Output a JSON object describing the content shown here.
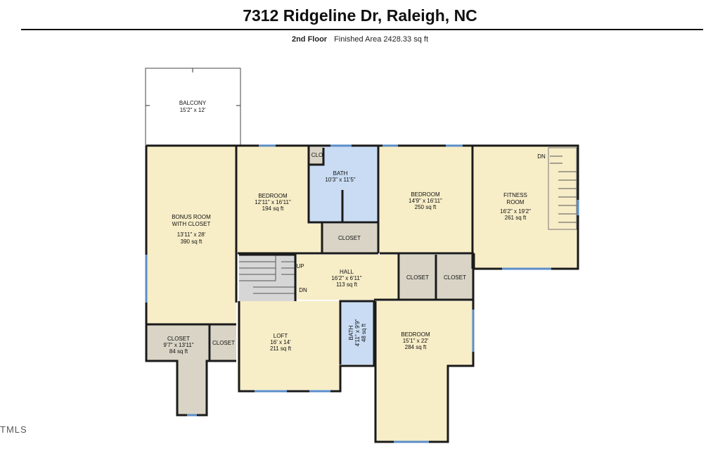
{
  "header": {
    "address": "7312 Ridgeline Dr, Raleigh, NC",
    "floor": "2nd Floor",
    "area": "Finished Area 2428.33 sq ft"
  },
  "colors": {
    "wall": "#1a1a1a",
    "room": "#f7edc7",
    "bath": "#c9dcf3",
    "closet": "#d9d4c6",
    "stairs": "#d6d6d6",
    "window": "#5b8ec9"
  },
  "rooms": {
    "balcony": {
      "name": "BALCONY",
      "dims": "15'2\" x 12'"
    },
    "bonus": {
      "name1": "BONUS ROOM",
      "name2": "WITH CLOSET",
      "dims": "13'11\" x 28'",
      "area": "390 sq ft"
    },
    "bedroom1": {
      "name": "BEDROOM",
      "dims": "12'11\" x 16'11\"",
      "area": "194 sq ft"
    },
    "clo": {
      "name": "CLO"
    },
    "bath1": {
      "name": "BATH",
      "dims": "10'3\" x 11'5\""
    },
    "bedroom2": {
      "name": "BEDROOM",
      "dims": "14'9\" x 16'11\"",
      "area": "250 sq ft"
    },
    "fitness": {
      "name1": "FITNESS",
      "name2": "ROOM",
      "dims": "16'2\" x 19'2\"",
      "area": "261 sq ft"
    },
    "closet1": {
      "name": "CLOSET"
    },
    "hall": {
      "name": "HALL",
      "dims": "16'2\" x 6'11\"",
      "area": "113 sq ft"
    },
    "closet2": {
      "name": "CLOSET"
    },
    "closet3": {
      "name": "CLOSET"
    },
    "closet_big": {
      "name": "CLOSET",
      "dims": "9'7\" x 13'11\"",
      "area": "84 sq ft"
    },
    "closet4": {
      "name": "CLOSET"
    },
    "loft": {
      "name": "LOFT",
      "dims": "16' x 14'",
      "area": "211 sq ft"
    },
    "bath2": {
      "name": "BATH",
      "dims": "4'11\" x 9'9\"",
      "area": "48 sq ft"
    },
    "bedroom3": {
      "name": "BEDROOM",
      "dims": "15'1\" x 22'",
      "area": "284 sq ft"
    }
  },
  "stairs": {
    "up": "UP",
    "dn": "DN",
    "fitness_dn": "DN"
  },
  "watermark": "TMLS"
}
